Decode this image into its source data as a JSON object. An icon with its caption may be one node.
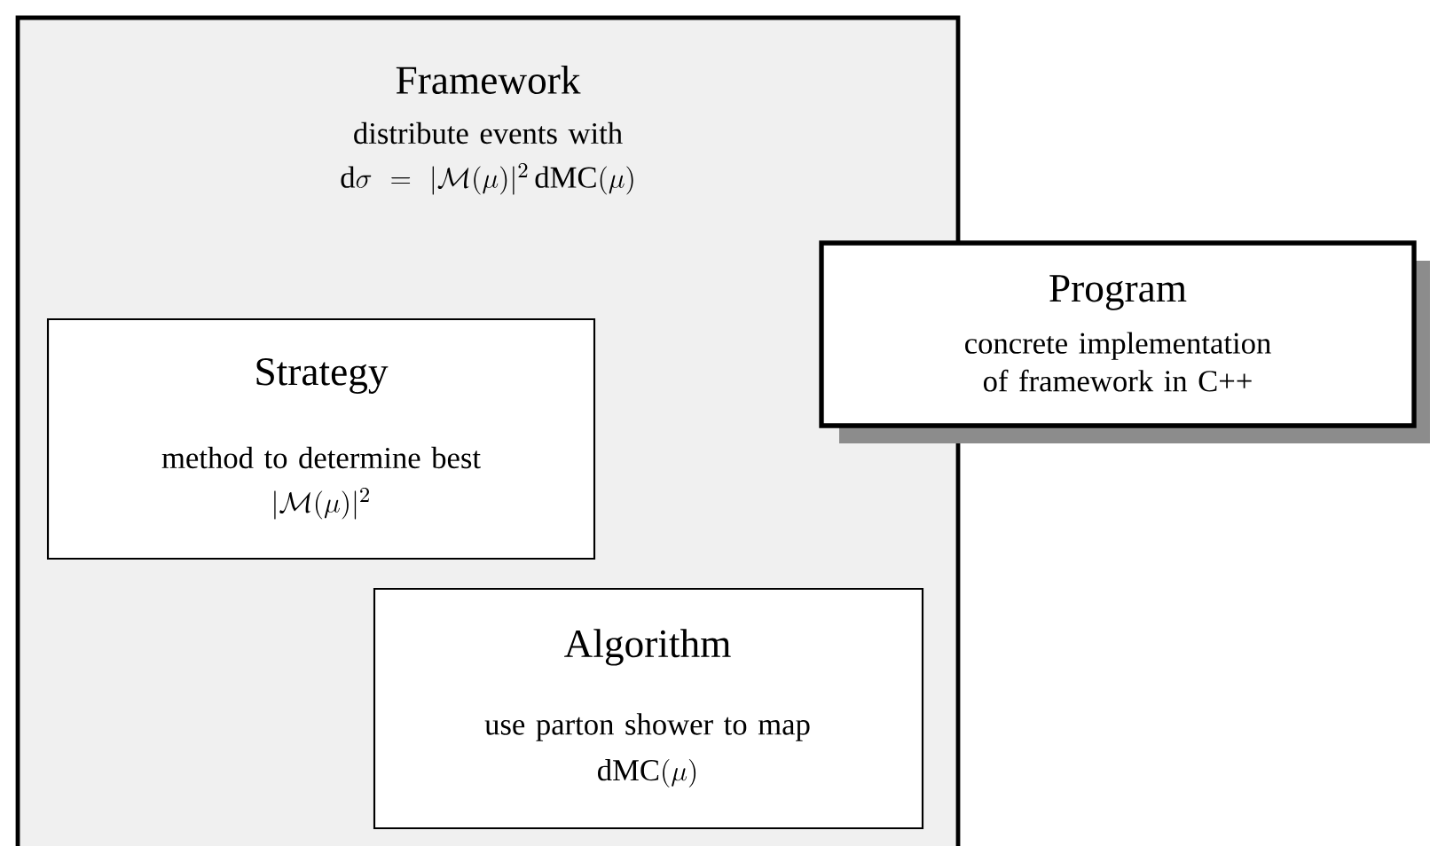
{
  "diagram": {
    "nodes": [
      {
        "text": [
          "Framework",
          "distribute events with",
          "\\mathrm{d}\\sigma = |\\mathcal{M}(\\mu)|^2\\,\\mathrm{dMC}(\\mu)"
        ]
      },
      {
        "text": [
          "Strategy",
          "method to determine best",
          "|\\mathcal{M}(\\mu)|^2"
        ],
        "in": 0
      },
      {
        "text": [
          "Algorithm",
          "use parton shower to map",
          "\\mathrm{dMC}(\\mu)"
        ],
        "in": 0
      },
      {
        "text": [
          "Program",
          "concrete implementation of framework in C++"
        ]
      }
    ]
  }
}
